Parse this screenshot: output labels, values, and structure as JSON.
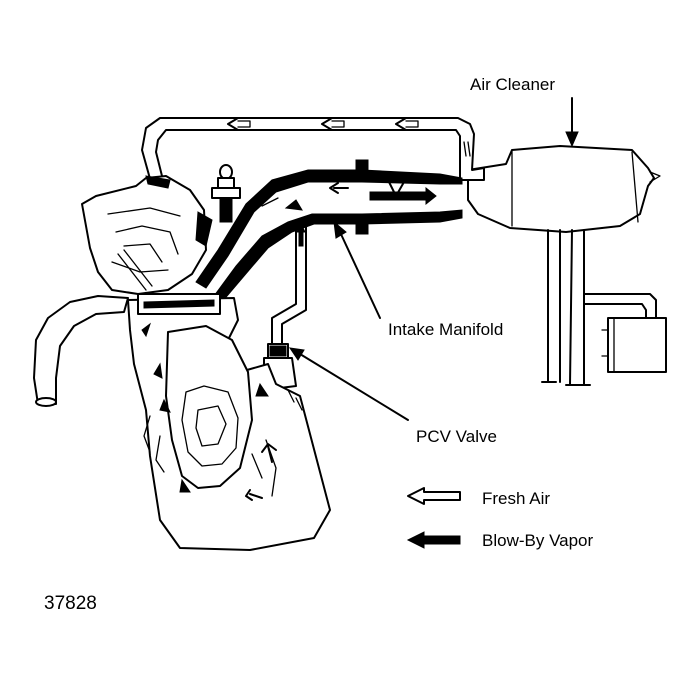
{
  "labels": {
    "air_cleaner": "Air Cleaner",
    "intake_manifold": "Intake Manifold",
    "pcv_valve": "PCV Valve"
  },
  "legend": {
    "fresh_air": "Fresh Air",
    "blow_by_vapor": "Blow-By Vapor"
  },
  "figure_number": "37828",
  "colors": {
    "ink": "#000000",
    "paper": "#ffffff"
  }
}
